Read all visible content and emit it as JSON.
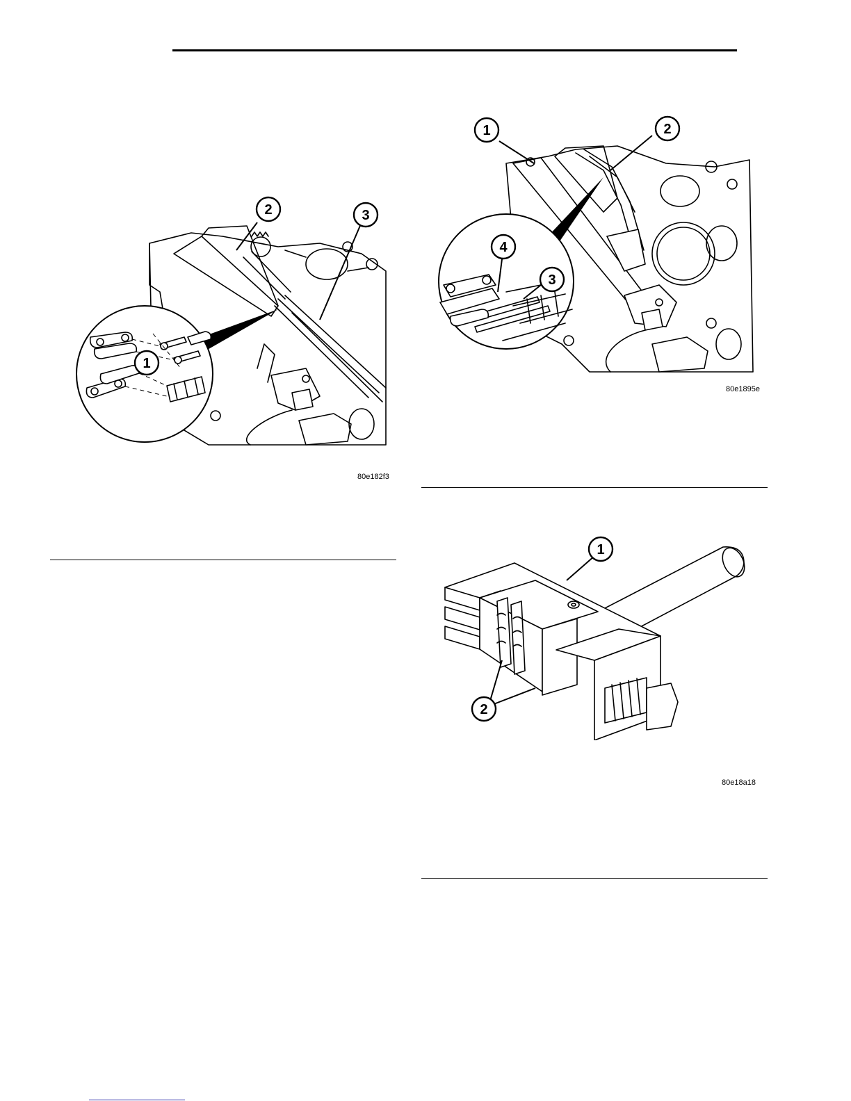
{
  "figures": [
    {
      "code": "80e182f3",
      "callouts": [
        "1",
        "2",
        "3"
      ]
    },
    {
      "code": "80e1895e",
      "callouts": [
        "1",
        "2",
        "3",
        "4"
      ]
    },
    {
      "code": "80e18a18",
      "callouts": [
        "1",
        "2"
      ]
    }
  ]
}
